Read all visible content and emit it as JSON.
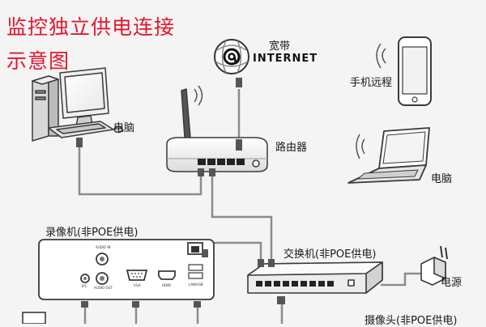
{
  "title": {
    "line1": "监控独立供电连接",
    "line2": "示意图"
  },
  "internet": {
    "label": "宽带",
    "word": "INTERNET",
    "icon": "globe-at-icon"
  },
  "devices": {
    "desktop": "电脑",
    "router": "路由器",
    "phone": "手机远程",
    "laptop": "电脑",
    "nvr": "录像机(非POE供电)",
    "switch": "交换机(非POE供电)",
    "power": "电源",
    "camera": "摄像头(非POE供电)"
  },
  "nvr_ports": {
    "audio_in": "AUDIO IN",
    "ipc": "IPC",
    "audio_out": "AUDIO OUT",
    "vga": "VGA",
    "hdmi": "HDMI",
    "lan": "LAN/USB"
  },
  "colors": {
    "title": "#e4172b",
    "line": "#8c8c8c",
    "device": "#ffffff",
    "stroke": "#3a3a3a"
  }
}
